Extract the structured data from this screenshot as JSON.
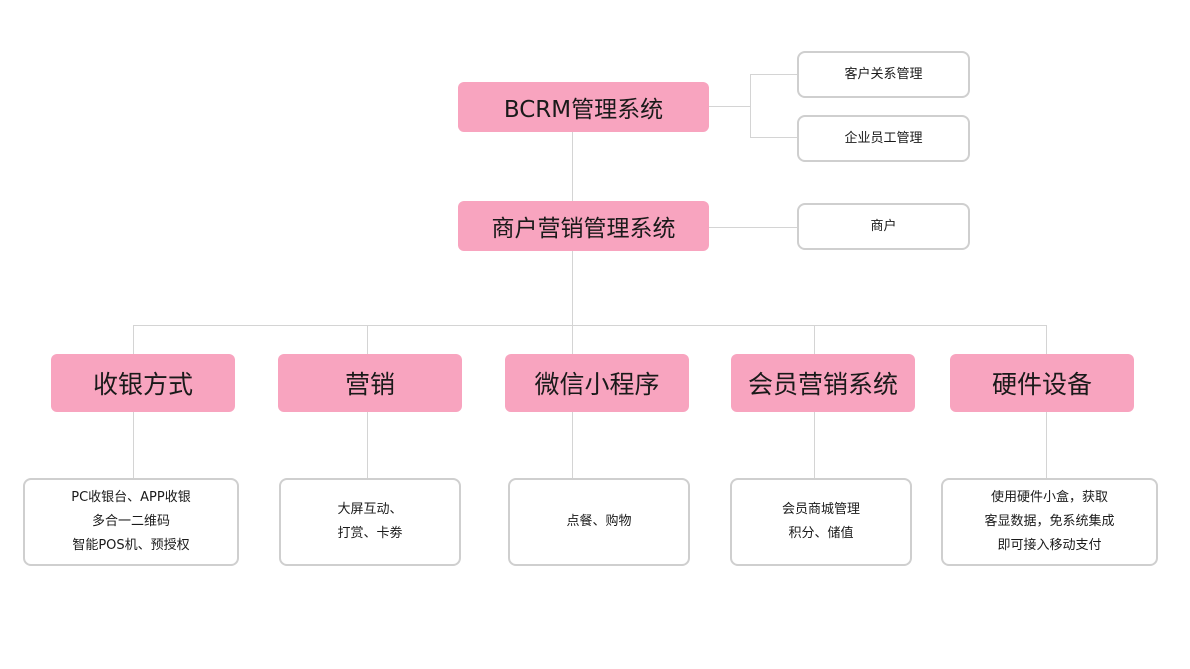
{
  "top_node": {
    "label": "BCRM管理系统",
    "children": [
      "客户关系管理",
      "企业员工管理"
    ]
  },
  "merchant_node": {
    "label": "商户营销管理系统",
    "children": [
      "商户"
    ]
  },
  "categories": [
    {
      "label": "收银方式",
      "details": [
        "PC收银台、APP收银",
        "多合一二维码",
        "智能POS机、预授权"
      ]
    },
    {
      "label": "营销",
      "details": [
        "大屏互动、",
        "打赏、卡劵"
      ]
    },
    {
      "label": "微信小程序",
      "details": [
        "点餐、购物"
      ]
    },
    {
      "label": "会员营销系统",
      "details": [
        "会员商城管理",
        "积分、储值"
      ]
    },
    {
      "label": "硬件设备",
      "details": [
        "使用硬件小盒，获取",
        "客显数据，免系统集成",
        "即可接入移动支付"
      ]
    }
  ],
  "colors": {
    "node_fill": "#f8a4bf",
    "box_border": "#cfcfcf",
    "connector": "#d4d4d4"
  }
}
